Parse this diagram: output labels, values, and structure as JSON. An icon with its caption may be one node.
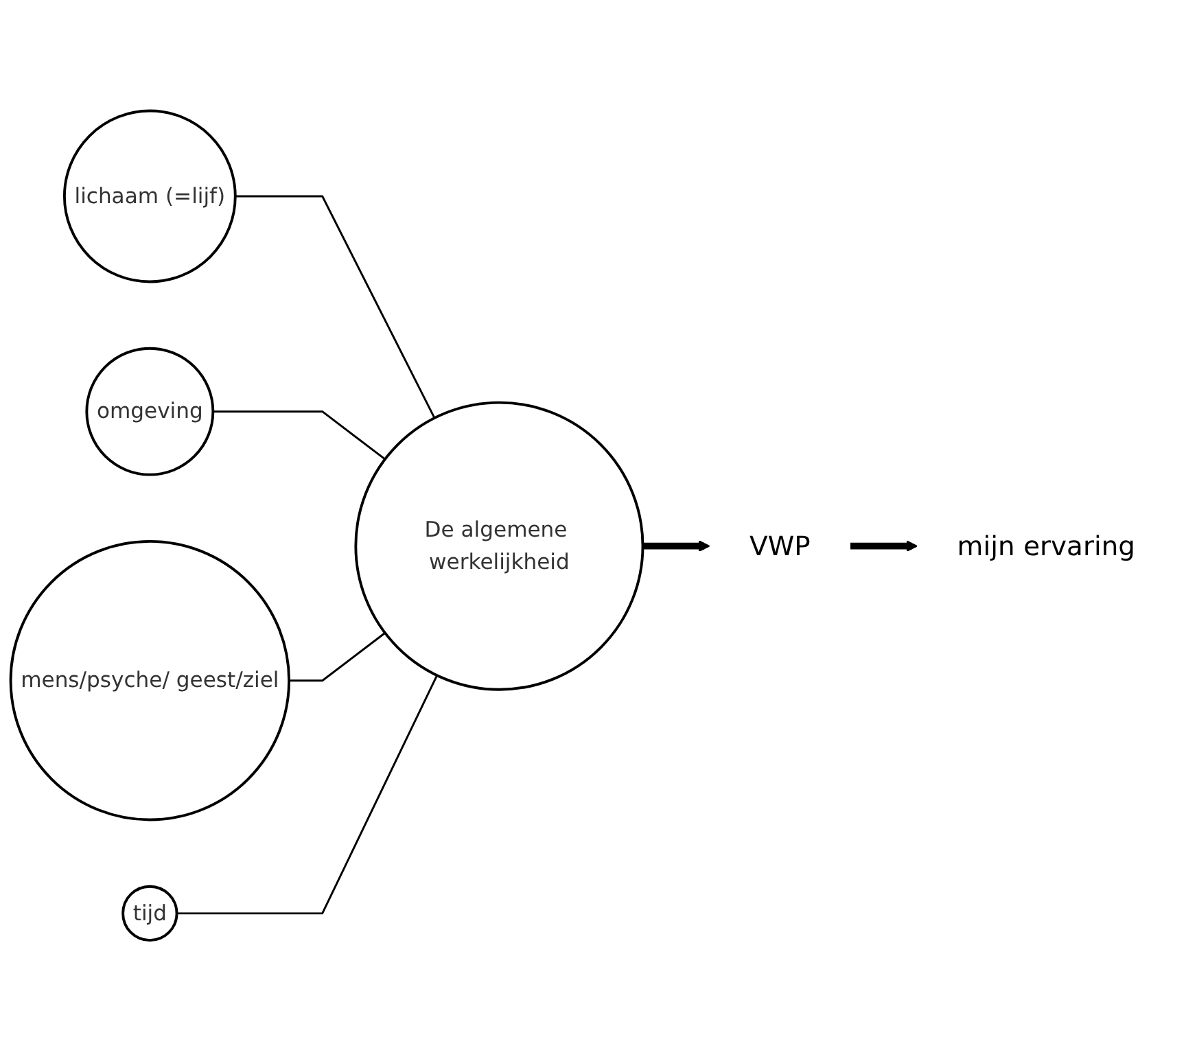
{
  "diagram": {
    "nodes": [
      {
        "text": [
          "lichaam (=lijf)"
        ]
      },
      {
        "text": [
          "omgeving"
        ]
      },
      {
        "text": [
          "De algemene werkelijkheid"
        ]
      },
      {
        "text": [
          "VWP"
        ]
      },
      {
        "text": [
          "mijn ervaring"
        ]
      },
      {
        "text": [
          "mens/psyche/ geest/ziel"
        ]
      },
      {
        "text": [
          "tijd"
        ]
      }
    ],
    "edges": [
      {
        "from": 0,
        "to": 2,
        "arrow": "none"
      },
      {
        "from": 1,
        "to": 2,
        "arrow": "none"
      },
      {
        "from": 5,
        "to": 2,
        "arrow": "none"
      },
      {
        "from": 6,
        "to": 2,
        "arrow": "none"
      },
      {
        "from": 2,
        "to": 3,
        "arrow": "to",
        "style": "thick"
      },
      {
        "from": 3,
        "to": 4,
        "arrow": "to",
        "style": "thick"
      }
    ]
  }
}
